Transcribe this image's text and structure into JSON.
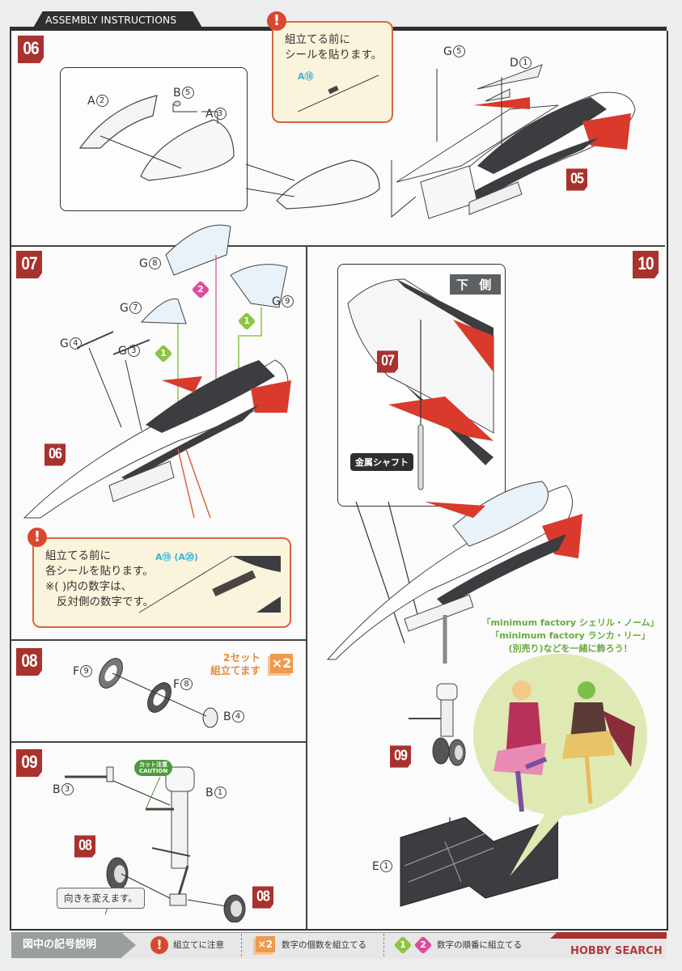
{
  "header": {
    "title": "ASSEMBLY INSTRUCTIONS"
  },
  "steps": {
    "s06": {
      "number": "06",
      "parts": [
        {
          "letter": "A",
          "num": "2"
        },
        {
          "letter": "B",
          "num": "5"
        },
        {
          "letter": "A",
          "num": "3"
        },
        {
          "letter": "G",
          "num": "5"
        },
        {
          "letter": "D",
          "num": "1"
        }
      ],
      "ref_step": "05",
      "note": {
        "line1": "組立てる前に",
        "line2": "シールを貼ります。",
        "sticker": "A⑱"
      }
    },
    "s07": {
      "number": "07",
      "parts": [
        {
          "letter": "G",
          "num": "8"
        },
        {
          "letter": "G",
          "num": "9"
        },
        {
          "letter": "G",
          "num": "7"
        },
        {
          "letter": "G",
          "num": "4"
        },
        {
          "letter": "G",
          "num": "3"
        }
      ],
      "order_marks": [
        "2",
        "1",
        "1"
      ],
      "ref_step": "06",
      "note": {
        "line1": "組立てる前に",
        "line2": "各シールを貼ります。",
        "line3": "※( )内の数字は、",
        "line4": "反対側の数字です。",
        "sticker": "A⑲ (A⑳)"
      }
    },
    "s08": {
      "number": "08",
      "parts": [
        {
          "letter": "F",
          "num": "9"
        },
        {
          "letter": "F",
          "num": "8"
        },
        {
          "letter": "B",
          "num": "4"
        }
      ],
      "set_note_line1": "2セット",
      "set_note_line2": "組立てます",
      "multiplier": "×2"
    },
    "s09": {
      "number": "09",
      "parts": [
        {
          "letter": "B",
          "num": "3"
        },
        {
          "letter": "B",
          "num": "1"
        }
      ],
      "caution_jp": "カット注意",
      "caution_en": "CAUTION",
      "ref_step_a": "08",
      "ref_step_b": "08",
      "reverse_note": "向きを変えます。"
    },
    "s10": {
      "number": "10",
      "view_label": "下 側",
      "ref_step_07": "07",
      "shaft_label": "金属シャフト",
      "ref_step_09": "09",
      "stand_part": {
        "letter": "E",
        "num": "1"
      },
      "promo": {
        "line1": "「minimum factory シェリル・ノーム」",
        "line2": "「minimum factory ランカ・リー」",
        "line3": "(別売り)などを一緒に飾ろう！"
      }
    }
  },
  "legend": {
    "title": "図中の記号説明",
    "items": [
      {
        "icon": "!",
        "label": "組立てに注意"
      },
      {
        "icon": "×2",
        "label": "数字の個数を組立てる"
      },
      {
        "icon": "1 2",
        "label": "数字の順番に組立てる"
      }
    ]
  },
  "watermark": "HOBBY SEARCH",
  "colors": {
    "step_badge": "#a8322e",
    "note_border": "#d9673f",
    "note_bg": "#fbf4dc",
    "order_green": "#8cc540",
    "order_pink": "#e04b9e",
    "set_orange": "#ee9a4c",
    "jet_red": "#d93a2b",
    "jet_dark": "#3b3d40"
  }
}
